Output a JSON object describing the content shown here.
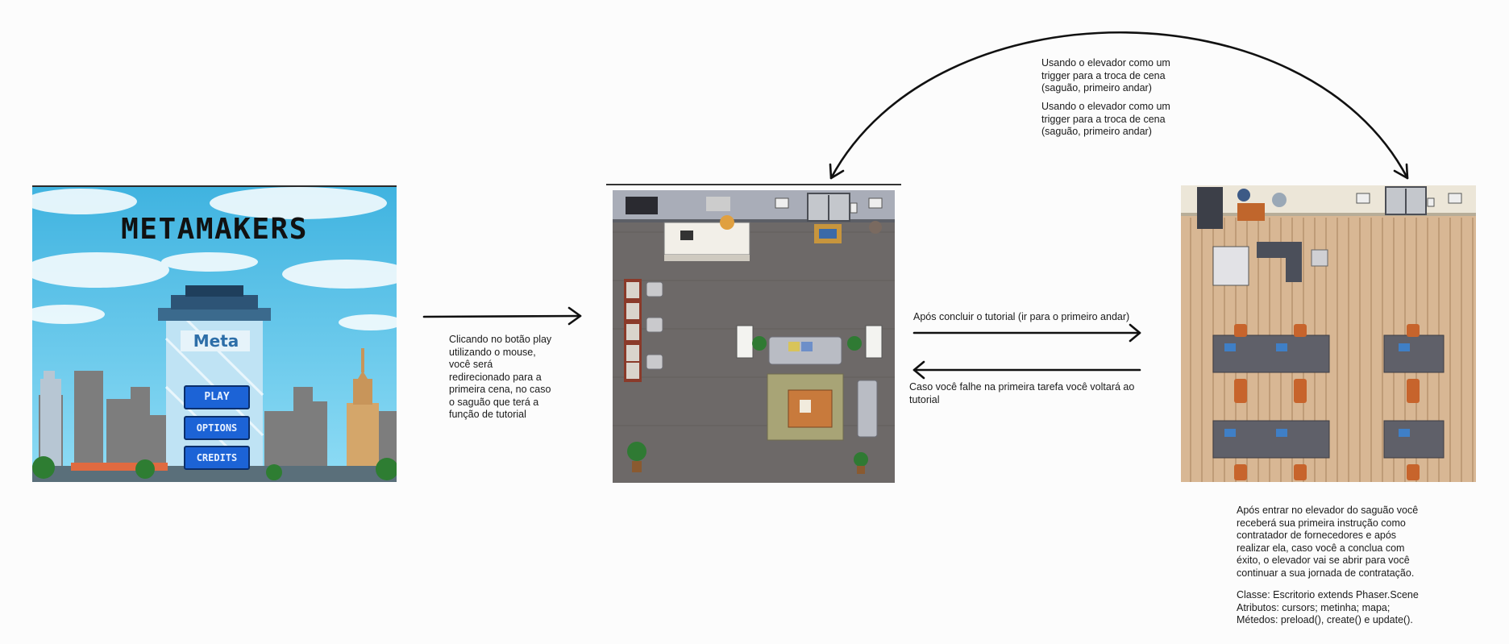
{
  "title_screen": {
    "game_title": "METAMAKERS",
    "building_sign": "Meta",
    "buttons": {
      "play": "PLAY",
      "options": "OPTIONS",
      "credits": "CREDITS"
    }
  },
  "notes": {
    "play_click": "Clicando no botão play\nutilizando o mouse,\nvocê será\nredirecionado para a\nprimeira cena, no caso\no saguão que terá a\nfunção de tutorial",
    "after_tutorial": "Após concluir o tutorial (ir para o primeiro andar)",
    "fail_first_task": "Caso você falhe na primeira tarefa você voltará ao tutorial",
    "elevator_trigger_1": "Usando o elevador como um\ntrigger para a troca de cena\n(saguão, primeiro andar)",
    "elevator_trigger_2": "Usando o elevador como um\ntrigger para a troca de cena\n(saguão, primeiro andar)",
    "office_description": "Após entrar no elevador do saguão você\nreceberá sua primeira instrução como\ncontratador de fornecedores e após\nrealizar ela, caso você a conclua com\néxito, o elevador vai se abrir para você\ncontinuar a sua jornada de contratação.",
    "class_info": "Classe: Escritorio extends Phaser.Scene\nAtributos: cursors; metinha; mapa;\nMétedos: preload(), create() e update()."
  }
}
